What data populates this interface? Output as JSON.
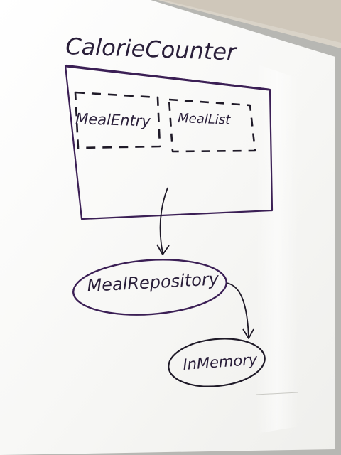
{
  "title": "CalorieCounter",
  "components": {
    "entry": "MealEntry",
    "list": "MealList"
  },
  "nodes": {
    "repository": "MealRepository",
    "memory": "InMemory"
  },
  "colors": {
    "ink": "#2a1f3a",
    "board": "#fbfbf9",
    "frame": "#b6b6b2",
    "wall": "#d7d1c6"
  }
}
